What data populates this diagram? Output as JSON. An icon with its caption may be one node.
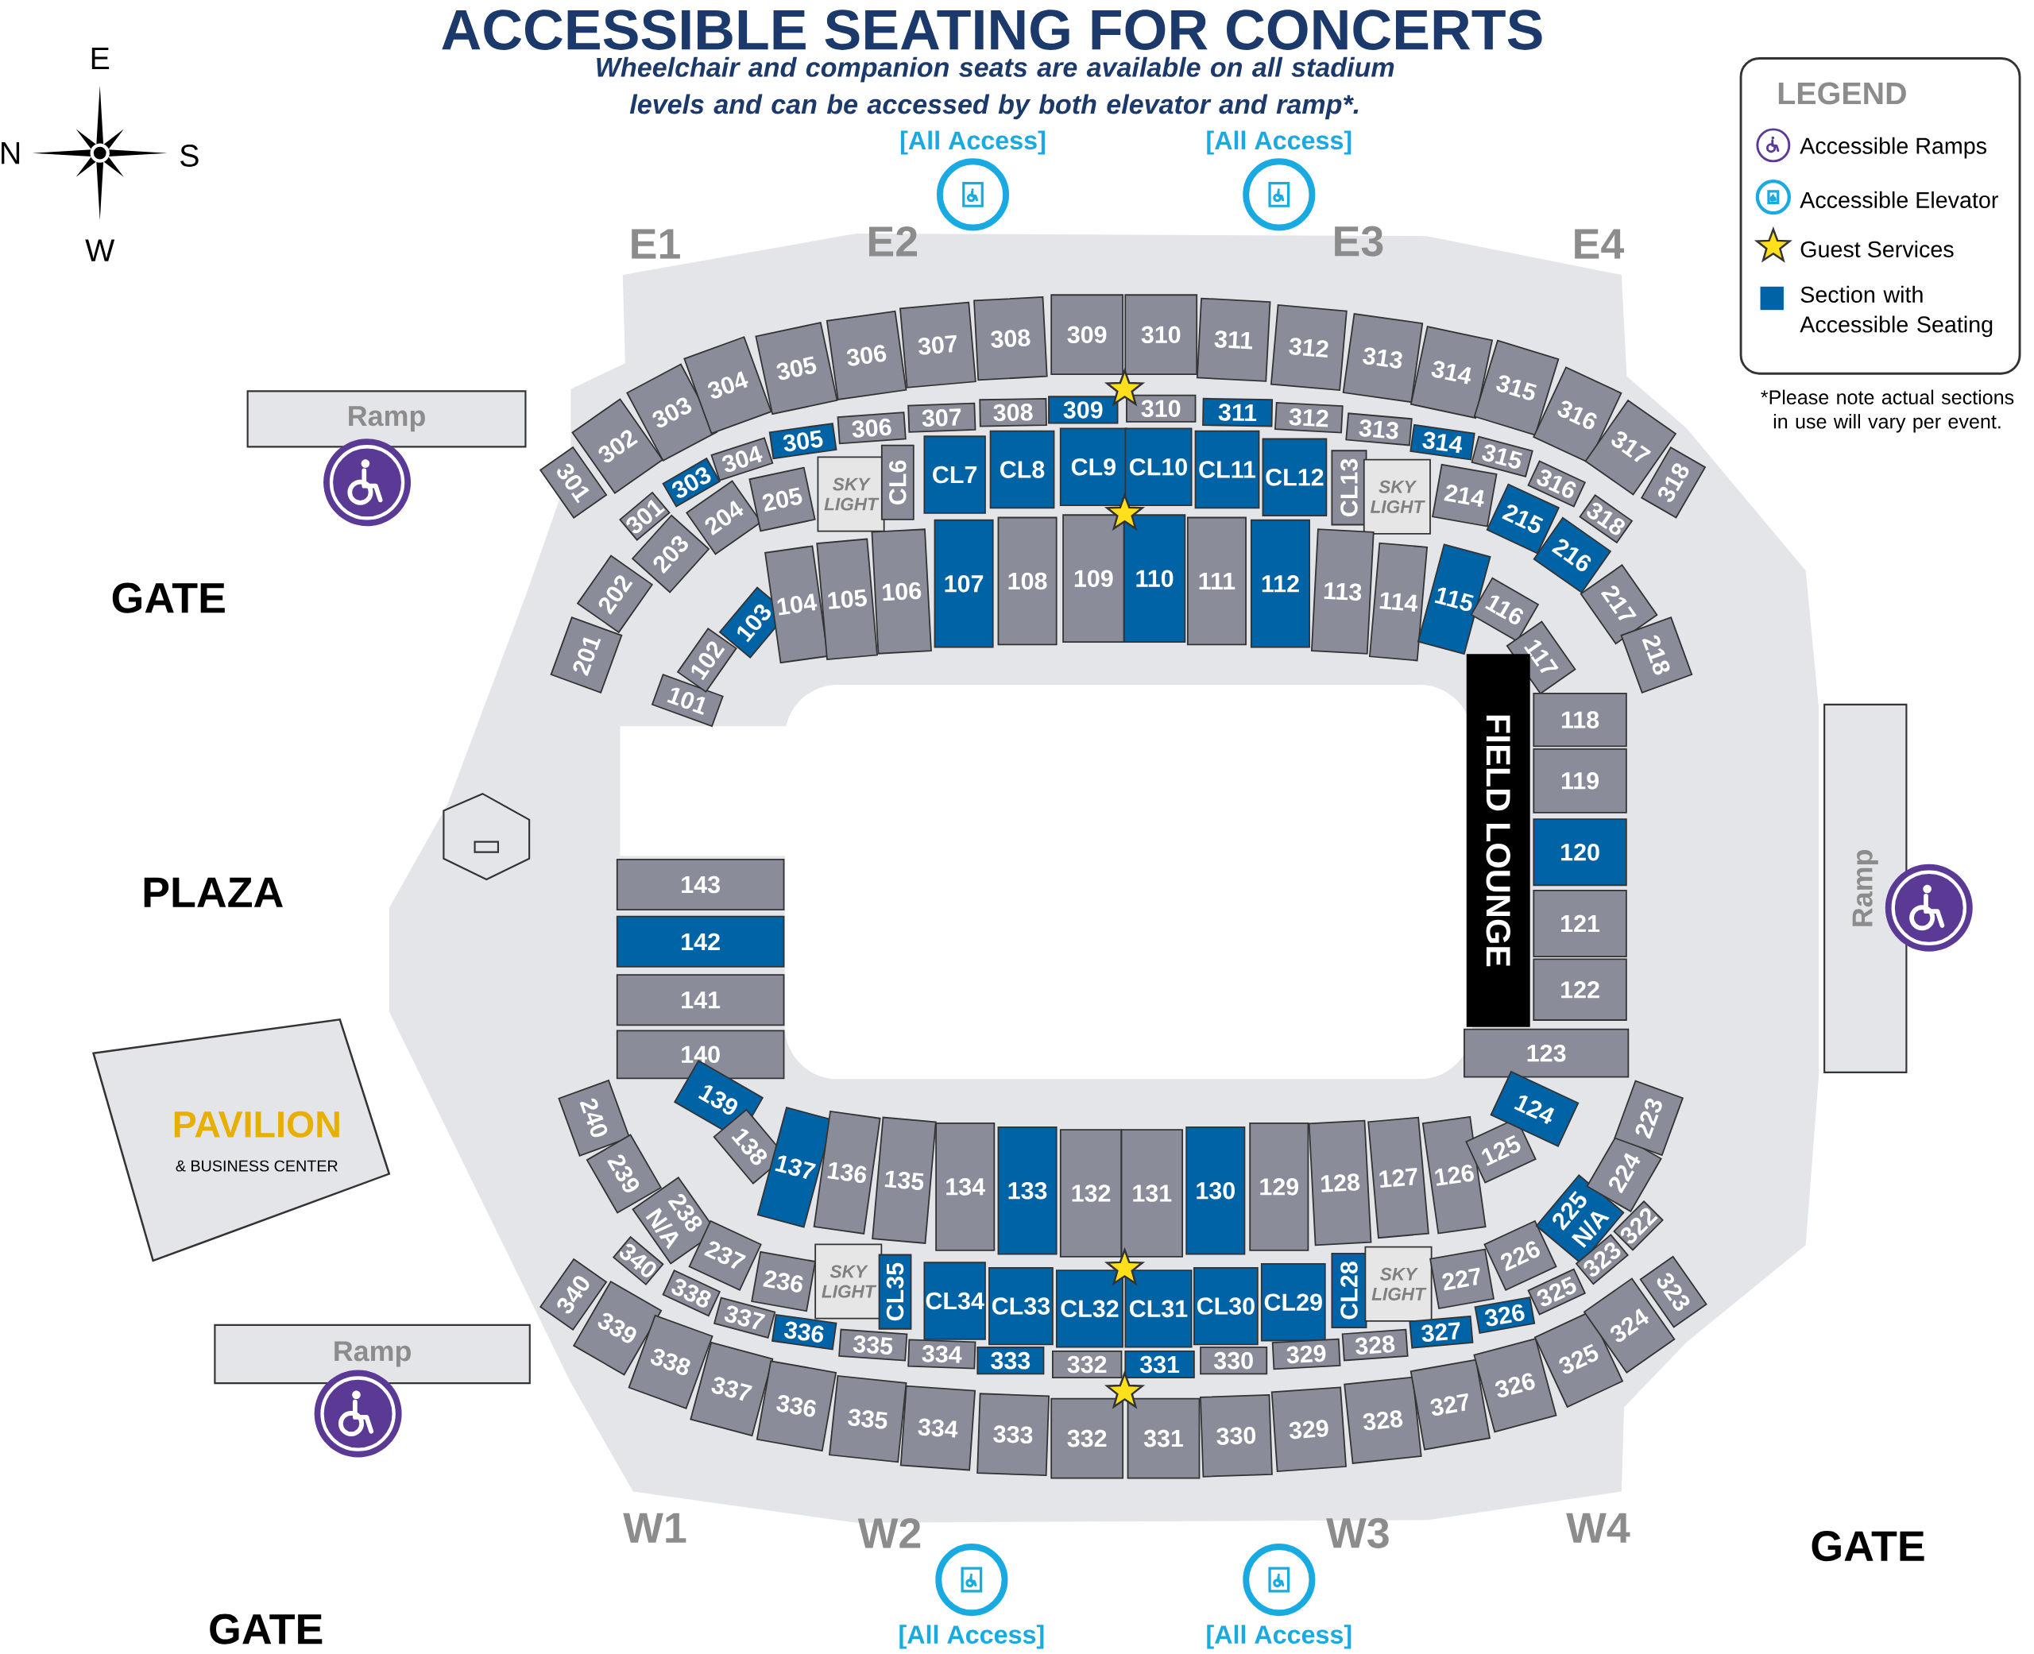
{
  "diagram": {
    "title": "ACCESSIBLE SEATING FOR CONCERTS",
    "nodes": [
      {
        "text": [
          "[All Access]"
        ]
      },
      {
        "text": [
          "[All Access]"
        ]
      },
      {
        "text": [
          "Ramp"
        ]
      },
      {
        "text": [
          "301"
        ]
      },
      {
        "text": [
          "302"
        ]
      },
      {
        "text": [
          "303"
        ]
      },
      {
        "text": [
          "304"
        ]
      },
      {
        "text": [
          "305"
        ]
      },
      {
        "text": [
          "306"
        ]
      },
      {
        "text": [
          "307"
        ]
      },
      {
        "text": [
          "308"
        ]
      },
      {
        "text": [
          "309"
        ]
      },
      {
        "text": [
          "310"
        ]
      },
      {
        "text": [
          "311"
        ]
      },
      {
        "text": [
          "312"
        ]
      },
      {
        "text": [
          "313"
        ]
      },
      {
        "text": [
          "314"
        ]
      },
      {
        "text": [
          "315"
        ]
      },
      {
        "text": [
          "316"
        ]
      },
      {
        "text": [
          "317"
        ]
      },
      {
        "text": [
          "318"
        ]
      },
      {
        "text": [
          "301"
        ]
      },
      {
        "text": [
          "303"
        ]
      },
      {
        "text": [
          "304"
        ]
      },
      {
        "text": [
          "305"
        ]
      },
      {
        "text": [
          "306"
        ]
      },
      {
        "text": [
          "307"
        ]
      },
      {
        "text": [
          "308"
        ]
      },
      {
        "text": [
          "309"
        ]
      },
      {
        "text": [
          "310"
        ]
      },
      {
        "text": [
          "311"
        ]
      },
      {
        "text": [
          "312"
        ]
      },
      {
        "text": [
          "313"
        ]
      },
      {
        "text": [
          "314"
        ]
      },
      {
        "text": [
          "315"
        ]
      },
      {
        "text": [
          "316"
        ]
      },
      {
        "text": [
          "318"
        ]
      },
      {
        "text": [
          "201"
        ]
      },
      {
        "text": [
          "202"
        ]
      },
      {
        "text": [
          "203"
        ]
      },
      {
        "text": [
          "204"
        ]
      },
      {
        "text": [
          "205"
        ]
      },
      {
        "text": [
          "SKY LIGHT"
        ]
      },
      {
        "text": [
          "CL6"
        ]
      },
      {
        "text": [
          "CL7"
        ]
      },
      {
        "text": [
          "CL8"
        ]
      },
      {
        "text": [
          "CL9"
        ]
      },
      {
        "text": [
          "CL10"
        ]
      },
      {
        "text": [
          "CL11"
        ]
      },
      {
        "text": [
          "CL12"
        ]
      },
      {
        "text": [
          "CL13"
        ]
      },
      {
        "text": [
          "SKY LIGHT"
        ]
      },
      {
        "text": [
          "214"
        ]
      },
      {
        "text": [
          "215"
        ]
      },
      {
        "text": [
          "216"
        ]
      },
      {
        "text": [
          "217"
        ]
      },
      {
        "text": [
          "218"
        ]
      },
      {
        "text": [
          "101"
        ]
      },
      {
        "text": [
          "102"
        ]
      },
      {
        "text": [
          "103"
        ]
      },
      {
        "text": [
          "104"
        ]
      },
      {
        "text": [
          "105"
        ]
      },
      {
        "text": [
          "106"
        ]
      },
      {
        "text": [
          "107"
        ]
      },
      {
        "text": [
          "108"
        ]
      },
      {
        "text": [
          "109"
        ]
      },
      {
        "text": [
          "110"
        ]
      },
      {
        "text": [
          "111"
        ]
      },
      {
        "text": [
          "112"
        ]
      },
      {
        "text": [
          "113"
        ]
      },
      {
        "text": [
          "114"
        ]
      },
      {
        "text": [
          "115"
        ]
      },
      {
        "text": [
          "116"
        ]
      },
      {
        "text": [
          "117"
        ]
      },
      {
        "text": [
          "FIELD LOUNGE"
        ]
      },
      {
        "text": [
          "118"
        ]
      },
      {
        "text": [
          "119"
        ]
      },
      {
        "text": [
          "120"
        ]
      },
      {
        "text": [
          "121"
        ]
      },
      {
        "text": [
          "122"
        ]
      },
      {
        "text": [
          "123"
        ]
      },
      {
        "text": [
          "143"
        ]
      },
      {
        "text": [
          "142"
        ]
      },
      {
        "text": [
          "141"
        ]
      },
      {
        "text": [
          "140"
        ]
      },
      {
        "text": [
          "PAVILION",
          "& BUSINESS CENTER"
        ]
      },
      {
        "text": [
          "Ramp"
        ]
      },
      {
        "text": [
          "139"
        ]
      },
      {
        "text": [
          "138"
        ]
      },
      {
        "text": [
          "137"
        ]
      },
      {
        "text": [
          "136"
        ]
      },
      {
        "text": [
          "135"
        ]
      },
      {
        "text": [
          "134"
        ]
      },
      {
        "text": [
          "133"
        ]
      },
      {
        "text": [
          "132"
        ]
      },
      {
        "text": [
          "131"
        ]
      },
      {
        "text": [
          "130"
        ]
      },
      {
        "text": [
          "129"
        ]
      },
      {
        "text": [
          "128"
        ]
      },
      {
        "text": [
          "127"
        ]
      },
      {
        "text": [
          "126"
        ]
      },
      {
        "text": [
          "125"
        ]
      },
      {
        "text": [
          "124"
        ]
      },
      {
        "text": [
          "240"
        ]
      },
      {
        "text": [
          "239"
        ]
      },
      {
        "text": [
          "238",
          "N/A"
        ]
      },
      {
        "text": [
          "237"
        ]
      },
      {
        "text": [
          "236"
        ]
      },
      {
        "text": [
          "SKY LIGHT"
        ]
      },
      {
        "text": [
          "CL35"
        ]
      },
      {
        "text": [
          "CL34"
        ]
      },
      {
        "text": [
          "CL33"
        ]
      },
      {
        "text": [
          "CL32"
        ]
      },
      {
        "text": [
          "CL31"
        ]
      },
      {
        "text": [
          "CL30"
        ]
      },
      {
        "text": [
          "CL29"
        ]
      },
      {
        "text": [
          "CL28"
        ]
      },
      {
        "text": [
          "SKY LIGHT"
        ]
      },
      {
        "text": [
          "227"
        ]
      },
      {
        "text": [
          "226"
        ]
      },
      {
        "text": [
          "225",
          "N/A"
        ]
      },
      {
        "text": [
          "224"
        ]
      },
      {
        "text": [
          "223"
        ]
      },
      {
        "text": [
          "340"
        ]
      },
      {
        "text": [
          "338"
        ]
      },
      {
        "text": [
          "337"
        ]
      },
      {
        "text": [
          "336"
        ]
      },
      {
        "text": [
          "335"
        ]
      },
      {
        "text": [
          "334"
        ]
      },
      {
        "text": [
          "333"
        ]
      },
      {
        "text": [
          "332"
        ]
      },
      {
        "text": [
          "331"
        ]
      },
      {
        "text": [
          "330"
        ]
      },
      {
        "text": [
          "329"
        ]
      },
      {
        "text": [
          "328"
        ]
      },
      {
        "text": [
          "327"
        ]
      },
      {
        "text": [
          "326"
        ]
      },
      {
        "text": [
          "325"
        ]
      },
      {
        "text": [
          "323"
        ]
      },
      {
        "text": [
          "322"
        ]
      },
      {
        "text": [
          "340"
        ]
      },
      {
        "text": [
          "339"
        ]
      },
      {
        "text": [
          "338"
        ]
      },
      {
        "text": [
          "337"
        ]
      },
      {
        "text": [
          "336"
        ]
      },
      {
        "text": [
          "335"
        ]
      },
      {
        "text": [
          "334"
        ]
      },
      {
        "text": [
          "333"
        ]
      },
      {
        "text": [
          "332"
        ]
      },
      {
        "text": [
          "331"
        ]
      },
      {
        "text": [
          "330"
        ]
      },
      {
        "text": [
          "329"
        ]
      },
      {
        "text": [
          "328"
        ]
      },
      {
        "text": [
          "327"
        ]
      },
      {
        "text": [
          "326"
        ]
      },
      {
        "text": [
          "325"
        ]
      },
      {
        "text": [
          "324"
        ]
      },
      {
        "text": [
          "323"
        ]
      },
      {
        "text": [
          "Ramp"
        ]
      },
      {
        "text": [
          "[All Access]"
        ]
      },
      {
        "text": [
          "[All Access]"
        ]
      }
    ],
    "labels": [
      "Wheelchair and companion seats are available on all stadium levels and can be accessed by both elevator and ramp*.",
      "E",
      "N",
      "S",
      "W",
      "E1",
      "E2",
      "E3",
      "E4",
      "LEGEND",
      "*Please note actual sections in use will vary per event.",
      "GATE",
      "PLAZA",
      "W1",
      "W2",
      "W3",
      "W4",
      "GATE",
      "GATE"
    ],
    "legend": [
      {
        "text": "Accessible Ramps"
      },
      {
        "text": "Accessible Elevator"
      },
      {
        "text": "Guest Services"
      },
      {
        "text": "Section with Accessible Seating",
        "color": "#0063a6"
      }
    ]
  }
}
